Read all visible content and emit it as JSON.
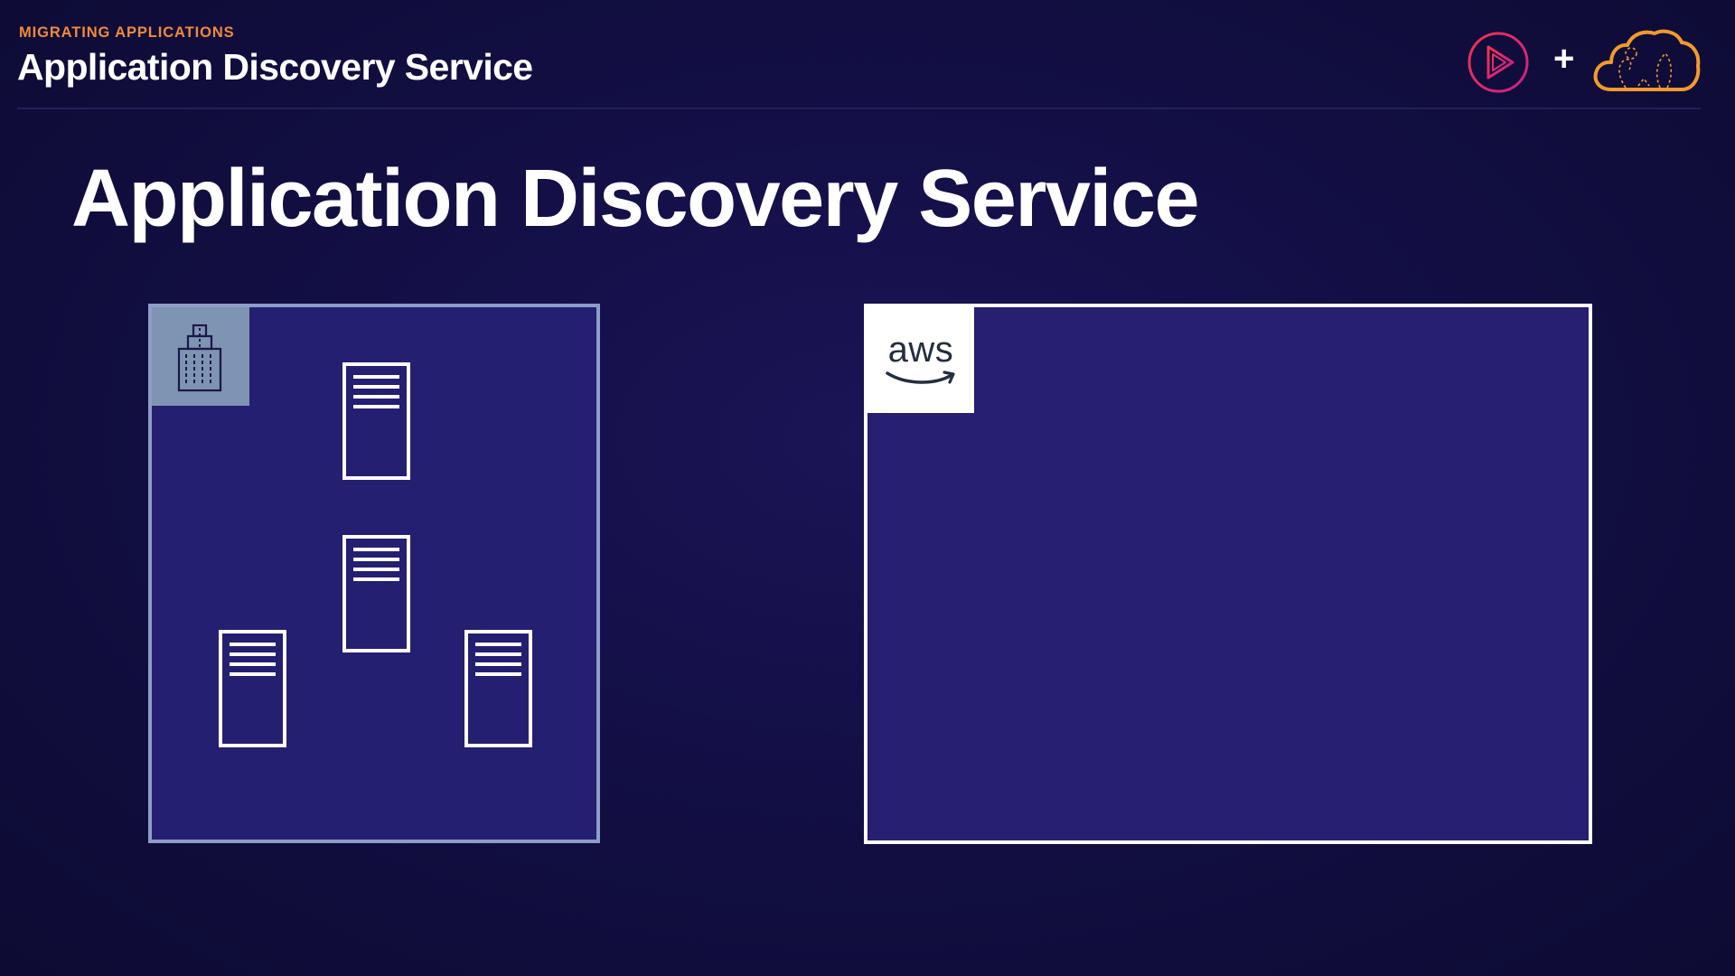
{
  "header": {
    "section_label": "MIGRATING APPLICATIONS",
    "title": "Application Discovery Service",
    "separator": "+"
  },
  "slide": {
    "title": "Application Discovery Service"
  },
  "onprem": {
    "badge_icon": "building-icon",
    "server_icon": "server-icon",
    "server_count": 4
  },
  "aws": {
    "logo_text": "aws"
  },
  "colors": {
    "accent_orange": "#f08a3c",
    "background": "#130f45",
    "panel": "#261f72",
    "onprem_border": "#8e9cc8",
    "onprem_badge": "#7f93b2",
    "play_logo": "#e8265e"
  }
}
